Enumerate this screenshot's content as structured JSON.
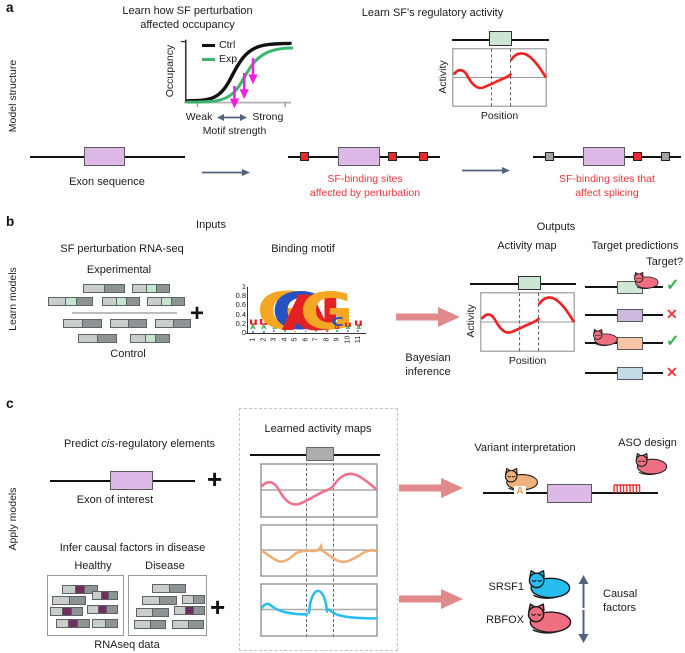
{
  "colors": {
    "exon_purple": "#dcb9e7",
    "exon_green": "#cde6d4",
    "exon_gray": "#adadad",
    "site_red": "#ea2a2a",
    "site_gray": "#a2a2a6",
    "curve_red": "#ee2424",
    "curve_ctrl_black": "#111111",
    "curve_exp_green": "#3cb66e",
    "perturb_magenta": "#f020dd",
    "big_arrow_pink": "#e18a8c",
    "slate_arrow": "#51627f",
    "map_pink": "#f0718c",
    "map_orange": "#f0ad74",
    "map_cyan": "#2cbdf0",
    "cat_pink": "#ef6f80",
    "cat_blue": "#29bdef",
    "cat_orange": "#f0b27c",
    "check_green": "#2eb24a",
    "cross_red": "#e83a3a",
    "red_text": "#ee3338",
    "read_light": "#c9cdcb",
    "read_dark": "#8e9394",
    "read_green": "#c3e6d0",
    "read_purple": "#6e2f60"
  },
  "a": {
    "panel_label": "a",
    "side_label": "Model structure",
    "occ_title1": "Learn how SF perturbation",
    "occ_title2": "affected occupancy",
    "legend_ctrl": "Ctrl",
    "legend_exp": "Exp",
    "occ_ylabel": "Occupancy",
    "weak": "Weak",
    "strong": "Strong",
    "occ_xlabel": "Motif strength",
    "act_title": "Learn SF's regulatory activity",
    "act_ylabel": "Activity",
    "act_xlabel": "Position",
    "exon_seq_label": "Exon sequence",
    "mid_label1": "SF-binding sites",
    "mid_label2": "affected by perturbation",
    "right_label1": "SF-binding sites that",
    "right_label2": "affect splicing"
  },
  "b": {
    "panel_label": "b",
    "side_label": "Learn models",
    "inputs_header": "Inputs",
    "rnaseq_title": "SF perturbation RNA-seq",
    "experimental": "Experimental",
    "control": "Control",
    "plus": "+",
    "motif_title": "Binding motif",
    "logo": {
      "yticks": [
        "1",
        "0.8",
        "0.6",
        "0.4",
        "0.2",
        "0"
      ],
      "xticks": [
        "1",
        "2",
        "3",
        "4",
        "5",
        "6",
        "7",
        "8",
        "9",
        "10",
        "11"
      ],
      "columns": [
        [
          [
            "u",
            0.15,
            "#e32124"
          ],
          [
            "A",
            0.08,
            "#2f9e44"
          ],
          [
            "c",
            0.06,
            "#2553c0"
          ]
        ],
        [
          [
            "u",
            0.16,
            "#e32124"
          ],
          [
            "A",
            0.08,
            "#2f9e44"
          ],
          [
            "c",
            0.06,
            "#2553c0"
          ]
        ],
        [
          [
            "U",
            0.26,
            "#e32124"
          ],
          [
            "A",
            0.07,
            "#2f9e44"
          ],
          [
            "c",
            0.05,
            "#2553c0"
          ]
        ],
        [
          [
            "G",
            0.82,
            "#f5a623"
          ],
          [
            "a",
            0.05,
            "#2f9e44"
          ]
        ],
        [
          [
            "C",
            0.8,
            "#2553c0"
          ],
          [
            "g",
            0.04,
            "#f5a623"
          ]
        ],
        [
          [
            "A",
            0.76,
            "#e32124"
          ],
          [
            "c",
            0.04,
            "#2553c0"
          ]
        ],
        [
          [
            "U",
            0.76,
            "#e32124"
          ],
          [
            "a",
            0.04,
            "#2f9e44"
          ]
        ],
        [
          [
            "G",
            0.8,
            "#f5a623"
          ],
          [
            "u",
            0.05,
            "#e32124"
          ]
        ],
        [
          [
            "C",
            0.2,
            "#2553c0"
          ],
          [
            "u",
            0.09,
            "#e32124"
          ],
          [
            "a",
            0.05,
            "#2f9e44"
          ]
        ],
        [
          [
            "u",
            0.13,
            "#e32124"
          ],
          [
            "A",
            0.07,
            "#2f9e44"
          ],
          [
            "c",
            0.05,
            "#2553c0"
          ]
        ],
        [
          [
            "u",
            0.15,
            "#e32124"
          ],
          [
            "A",
            0.07,
            "#2f9e44"
          ],
          [
            "c",
            0.05,
            "#2553c0"
          ]
        ]
      ]
    },
    "bayes1": "Bayesian",
    "bayes2": "inference",
    "outputs_header": "Outputs",
    "map_title": "Activity map",
    "act_ylabel": "Activity",
    "act_xlabel": "Position",
    "pred_title": "Target predictions",
    "target_q": "Target?",
    "check": "✓",
    "cross": "✕"
  },
  "c": {
    "panel_label": "c",
    "side_label": "Apply models",
    "predict_pre": "Predict ",
    "predict_cis": "cis",
    "predict_post": "-regulatory elements",
    "exon_label": "Exon of interest",
    "plus": "+",
    "infer_title": "Infer causal factors in disease",
    "healthy": "Healthy",
    "disease": "Disease",
    "rnaseq_label": "RNAseq data",
    "maps_title": "Learned activity maps",
    "variant_title": "Variant interpretation",
    "aso_title": "ASO design",
    "variant_base": "A",
    "srsf1": "SRSF1",
    "rbfox": "RBFOX",
    "causal1": "Causal",
    "causal2": "factors"
  },
  "reads": {
    "experimental": [
      [
        83,
        284,
        42,
        "ld"
      ],
      [
        132,
        284,
        38,
        "lgd"
      ],
      [
        48,
        297,
        45,
        "lgd"
      ],
      [
        102,
        297,
        38,
        "lgd"
      ],
      [
        147,
        297,
        38,
        "lgd"
      ]
    ],
    "control": [
      [
        63,
        319,
        39,
        "ld"
      ],
      [
        110,
        319,
        37,
        "ld"
      ],
      [
        155,
        319,
        36,
        "ld"
      ],
      [
        78,
        334,
        39,
        "ld"
      ],
      [
        130,
        334,
        40,
        "lgd"
      ]
    ],
    "healthy": [
      [
        62,
        585,
        36,
        "lpd"
      ],
      [
        52,
        596,
        34,
        "ld"
      ],
      [
        92,
        591,
        26,
        "lpd"
      ],
      [
        50,
        607,
        33,
        "lpd"
      ],
      [
        87,
        605,
        31,
        "lpd"
      ],
      [
        56,
        619,
        34,
        "lpd"
      ],
      [
        92,
        619,
        26,
        "ld"
      ]
    ],
    "disease": [
      [
        152,
        584,
        34,
        "ld"
      ],
      [
        142,
        596,
        35,
        "ld"
      ],
      [
        182,
        595,
        23,
        "ld"
      ],
      [
        136,
        608,
        33,
        "ld"
      ],
      [
        174,
        606,
        31,
        "lpd"
      ],
      [
        134,
        620,
        32,
        "ld"
      ],
      [
        172,
        620,
        32,
        "ld"
      ]
    ]
  }
}
